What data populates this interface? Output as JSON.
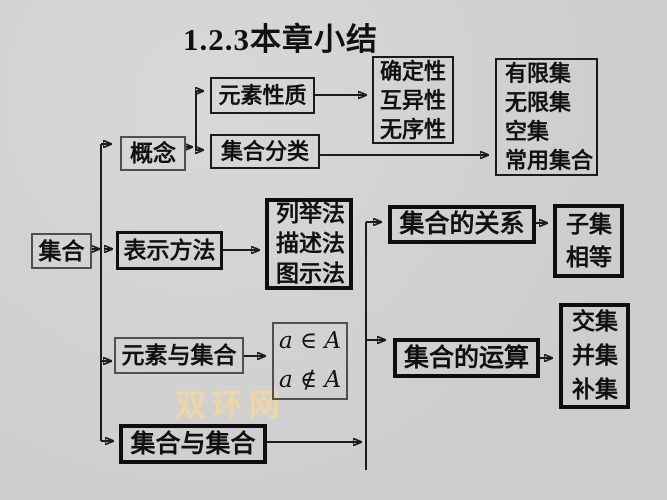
{
  "title": "1.2.3本章小结",
  "watermark": "双环网",
  "colors": {
    "background": "#d4d4d4",
    "line": "#1c1c1c",
    "text": "#111111",
    "thin_border": "#4f4f4f",
    "thick_border": "#0e0e0e",
    "watermark": "#eed7a2"
  },
  "nodes": {
    "set": {
      "label": "集合"
    },
    "concept": {
      "label": "概念"
    },
    "representation": {
      "label": "表示方法"
    },
    "element_vs_set": {
      "label": "元素与集合"
    },
    "set_vs_set": {
      "label": "集合与集合"
    },
    "element_properties": {
      "label": "元素性质"
    },
    "set_classification": {
      "label": "集合分类"
    },
    "properties_list": {
      "lines": [
        "确定性",
        "互异性",
        "无序性"
      ]
    },
    "classification_list": {
      "lines": [
        "有限集",
        "无限集",
        "空集",
        "常用集合"
      ]
    },
    "representation_list": {
      "lines": [
        "列举法",
        "描述法",
        "图示法"
      ]
    },
    "membership_list": {
      "lines": [
        "a ∈ A",
        "a ∉ A"
      ]
    },
    "set_relations": {
      "label": "集合的关系"
    },
    "relations_list": {
      "lines": [
        "子集",
        "相等"
      ]
    },
    "set_operations": {
      "label": "集合的运算"
    },
    "operations_list": {
      "lines": [
        "交集",
        "并集",
        "补集"
      ]
    }
  }
}
